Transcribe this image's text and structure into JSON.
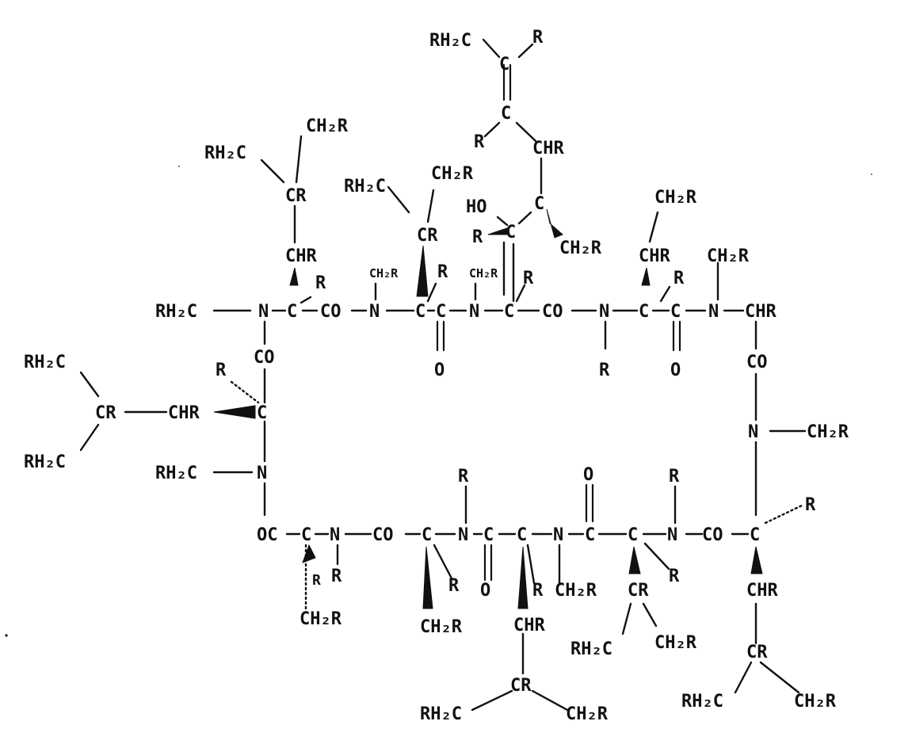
{
  "structure": {
    "atoms": [
      {
        "id": "top_rh2c",
        "label": "RH₂C"
      },
      {
        "id": "top_r",
        "label": "R"
      },
      {
        "id": "top_c1",
        "label": "C"
      },
      {
        "id": "top_c2",
        "label": "C"
      },
      {
        "id": "top_r2",
        "label": "R"
      },
      {
        "id": "top_chr",
        "label": "CHR"
      },
      {
        "id": "top_c3",
        "label": "C"
      },
      {
        "id": "ho",
        "label": "HO"
      },
      {
        "id": "r_c4",
        "label": "R"
      },
      {
        "id": "c4",
        "label": "C"
      },
      {
        "id": "ch2r_mid",
        "label": "CH₂R"
      },
      {
        "id": "tl_ch2r",
        "label": "CH₂R"
      },
      {
        "id": "tl_rh2c",
        "label": "RH₂C"
      },
      {
        "id": "tl_cr",
        "label": "CR"
      },
      {
        "id": "tl_chr",
        "label": "CHR"
      },
      {
        "id": "tl_r",
        "label": "R"
      },
      {
        "id": "t2_rh2c",
        "label": "RH₂C"
      },
      {
        "id": "t2_ch2r",
        "label": "CH₂R"
      },
      {
        "id": "t2_cr",
        "label": "CR"
      },
      {
        "id": "t2_nch2r",
        "label": "CH₂R"
      },
      {
        "id": "t2_r",
        "label": "R"
      },
      {
        "id": "t3_nch2r",
        "label": "CH₂R"
      },
      {
        "id": "t3_r",
        "label": "R"
      },
      {
        "id": "tr_ch2r",
        "label": "CH₂R"
      },
      {
        "id": "tr_chr",
        "label": "CHR"
      },
      {
        "id": "tr_r",
        "label": "R"
      },
      {
        "id": "tr_nch2r",
        "label": "CH₂R"
      },
      {
        "id": "row1_rh2c",
        "label": "RH₂C"
      },
      {
        "id": "row1_n1",
        "label": "N"
      },
      {
        "id": "row1_c1",
        "label": "C"
      },
      {
        "id": "row1_co1",
        "label": "CO"
      },
      {
        "id": "row1_n2",
        "label": "N"
      },
      {
        "id": "row1_c2",
        "label": "C"
      },
      {
        "id": "row1_c3",
        "label": "C"
      },
      {
        "id": "row1_n3",
        "label": "N"
      },
      {
        "id": "row1_c4",
        "label": "C"
      },
      {
        "id": "row1_co2",
        "label": "CO"
      },
      {
        "id": "row1_n4",
        "label": "N"
      },
      {
        "id": "row1_c5",
        "label": "C"
      },
      {
        "id": "row1_c6",
        "label": "C"
      },
      {
        "id": "row1_n5",
        "label": "N"
      },
      {
        "id": "row1_chr",
        "label": "CHR"
      },
      {
        "id": "row1_o1",
        "label": "O"
      },
      {
        "id": "row1_r_n4",
        "label": "R"
      },
      {
        "id": "row1_o2",
        "label": "O"
      },
      {
        "id": "left_co",
        "label": "CO"
      },
      {
        "id": "left_r",
        "label": "R"
      },
      {
        "id": "left_rh2c_top",
        "label": "RH₂C"
      },
      {
        "id": "left_cr",
        "label": "CR"
      },
      {
        "id": "left_chr",
        "label": "CHR"
      },
      {
        "id": "left_c",
        "label": "C"
      },
      {
        "id": "left_rh2c_bot",
        "label": "RH₂C"
      },
      {
        "id": "left_rh2c_n",
        "label": "RH₂C"
      },
      {
        "id": "left_n",
        "label": "N"
      },
      {
        "id": "right_co",
        "label": "CO"
      },
      {
        "id": "right_n",
        "label": "N"
      },
      {
        "id": "right_ch2r",
        "label": "CH₂R"
      },
      {
        "id": "row2_oc",
        "label": "OC"
      },
      {
        "id": "row2_c1",
        "label": "C"
      },
      {
        "id": "row2_n1",
        "label": "N"
      },
      {
        "id": "row2_co1",
        "label": "CO"
      },
      {
        "id": "row2_c2",
        "label": "C"
      },
      {
        "id": "row2_n2",
        "label": "N"
      },
      {
        "id": "row2_c3",
        "label": "C"
      },
      {
        "id": "row2_c4",
        "label": "C"
      },
      {
        "id": "row2_n3",
        "label": "N"
      },
      {
        "id": "row2_c5",
        "label": "C"
      },
      {
        "id": "row2_c6",
        "label": "C"
      },
      {
        "id": "row2_n4",
        "label": "N"
      },
      {
        "id": "row2_co2",
        "label": "CO"
      },
      {
        "id": "row2_c7",
        "label": "C"
      },
      {
        "id": "row2_r_top_n2",
        "label": "R"
      },
      {
        "id": "row2_o_top",
        "label": "O"
      },
      {
        "id": "row2_r_top_n4",
        "label": "R"
      },
      {
        "id": "row2_r_c7",
        "label": "R"
      },
      {
        "id": "b1_r_dash",
        "label": "R"
      },
      {
        "id": "b1_r",
        "label": "R"
      },
      {
        "id": "b1_ch2r",
        "label": "CH₂R"
      },
      {
        "id": "b2_r",
        "label": "R"
      },
      {
        "id": "b2_ch2r",
        "label": "CH₂R"
      },
      {
        "id": "b3_o",
        "label": "O"
      },
      {
        "id": "b4_r",
        "label": "R"
      },
      {
        "id": "b4_chr",
        "label": "CHR"
      },
      {
        "id": "b4_cr",
        "label": "CR"
      },
      {
        "id": "b4_rh2c",
        "label": "RH₂C"
      },
      {
        "id": "b4_ch2r",
        "label": "CH₂R"
      },
      {
        "id": "b5_ch2r",
        "label": "CH₂R"
      },
      {
        "id": "b6_cr",
        "label": "CR"
      },
      {
        "id": "b6_r",
        "label": "R"
      },
      {
        "id": "b6_rh2c",
        "label": "RH₂C"
      },
      {
        "id": "b6_ch2r",
        "label": "CH₂R"
      },
      {
        "id": "b7_chr",
        "label": "CHR"
      },
      {
        "id": "b7_cr",
        "label": "CR"
      },
      {
        "id": "b7_rh2c",
        "label": "RH₂C"
      },
      {
        "id": "b7_ch2r",
        "label": "CH₂R"
      }
    ]
  }
}
